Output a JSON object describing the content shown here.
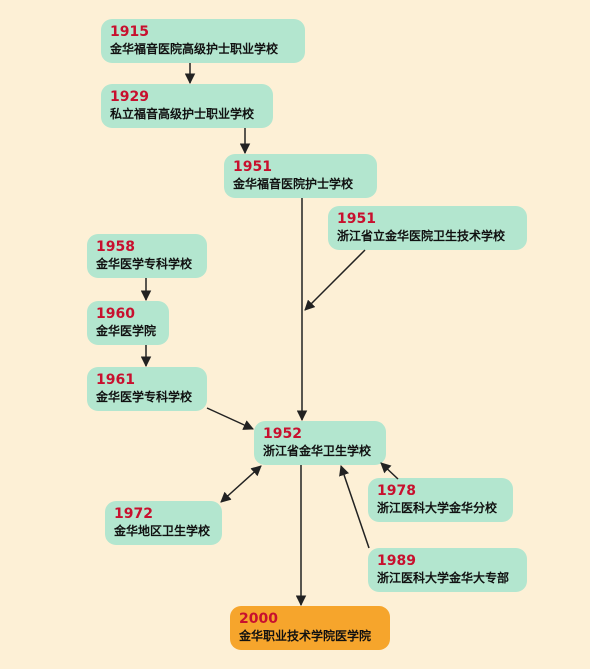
{
  "nodes": [
    {
      "id": "n1915",
      "year": "1915",
      "name": "金华福音医院高级护士职业学校"
    },
    {
      "id": "n1929",
      "year": "1929",
      "name": "私立福音高级护士职业学校"
    },
    {
      "id": "n1951a",
      "year": "1951",
      "name": "金华福音医院护士学校"
    },
    {
      "id": "n1951b",
      "year": "1951",
      "name": "浙江省立金华医院卫生技术学校"
    },
    {
      "id": "n1958",
      "year": "1958",
      "name": "金华医学专科学校"
    },
    {
      "id": "n1960",
      "year": "1960",
      "name": "金华医学院"
    },
    {
      "id": "n1961",
      "year": "1961",
      "name": "金华医学专科学校"
    },
    {
      "id": "n1952",
      "year": "1952",
      "name": "浙江省金华卫生学校"
    },
    {
      "id": "n1972",
      "year": "1972",
      "name": "金华地区卫生学校"
    },
    {
      "id": "n1978",
      "year": "1978",
      "name": "浙江医科大学金华分校"
    },
    {
      "id": "n1989",
      "year": "1989",
      "name": "浙江医科大学金华大专部"
    },
    {
      "id": "n2000",
      "year": "2000",
      "name": "金华职业技术学院医学院"
    }
  ],
  "edges": [
    {
      "from": "n1915",
      "to": "n1929"
    },
    {
      "from": "n1929",
      "to": "n1951a"
    },
    {
      "from": "n1951a",
      "to": "n1952"
    },
    {
      "from": "n1951b",
      "to": "n1952"
    },
    {
      "from": "n1958",
      "to": "n1960"
    },
    {
      "from": "n1960",
      "to": "n1961"
    },
    {
      "from": "n1961",
      "to": "n1952"
    },
    {
      "from": "n1972",
      "to": "n1952",
      "bidirectional": true
    },
    {
      "from": "n1978",
      "to": "n1952"
    },
    {
      "from": "n1989",
      "to": "n1952"
    },
    {
      "from": "n1952",
      "to": "n2000"
    }
  ],
  "colors": {
    "background": "#fdf0d6",
    "node": "#b3e6cf",
    "final_node": "#f6a52c",
    "year_text": "#c8102e",
    "arrow": "#222222"
  }
}
